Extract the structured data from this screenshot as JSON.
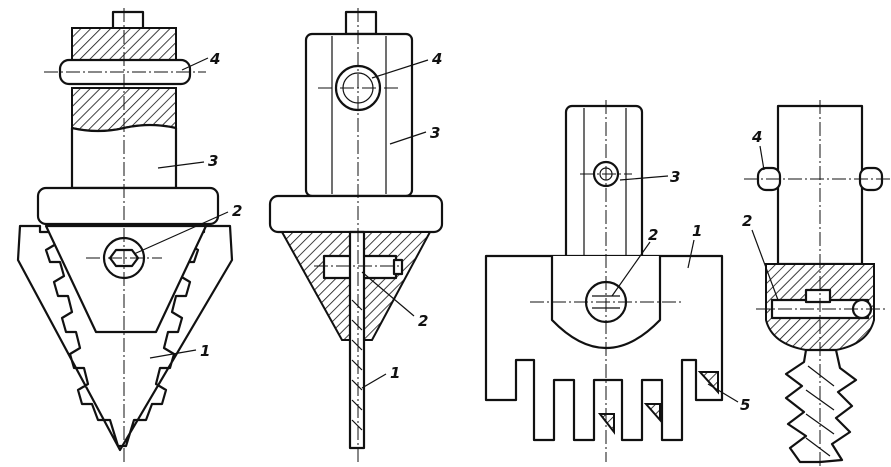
{
  "figures": [
    {
      "id": "a",
      "labels": [
        {
          "id": "1",
          "text": "1"
        },
        {
          "id": "2",
          "text": "2"
        },
        {
          "id": "3",
          "text": "3"
        },
        {
          "id": "4",
          "text": "4"
        }
      ]
    },
    {
      "id": "b",
      "labels": [
        {
          "id": "1",
          "text": "1"
        },
        {
          "id": "2",
          "text": "2"
        },
        {
          "id": "3",
          "text": "3"
        },
        {
          "id": "4",
          "text": "4"
        }
      ]
    },
    {
      "id": "c",
      "labels": [
        {
          "id": "1",
          "text": "1"
        },
        {
          "id": "2",
          "text": "2"
        },
        {
          "id": "3",
          "text": "3"
        },
        {
          "id": "5",
          "text": "5"
        }
      ]
    },
    {
      "id": "d",
      "labels": [
        {
          "id": "2",
          "text": "2"
        },
        {
          "id": "4",
          "text": "4"
        }
      ]
    }
  ],
  "colors": {
    "ink": "#111111",
    "paper": "#ffffff"
  }
}
